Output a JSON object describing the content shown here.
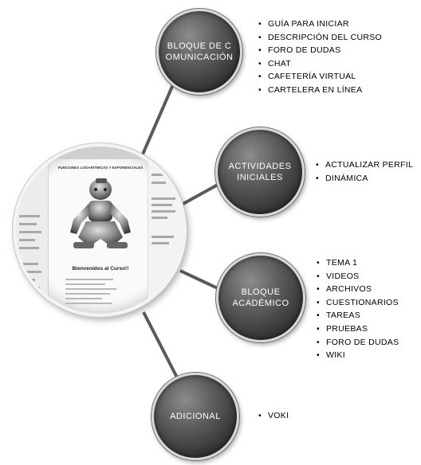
{
  "nodes": {
    "comunicacion": {
      "label": "BLOQUE DE COMUNICACIÓN",
      "items": [
        "GUÍA PARA INICIAR",
        "DESCRIPCIÓN DEL CURSO",
        "FORO DE DUDAS",
        "CHAT",
        "CAFETERÍA VIRTUAL",
        "CARTELERA EN LÍNEA"
      ]
    },
    "actividades": {
      "label": "ACTIVIDADES INICIALES",
      "items": [
        "ACTUALIZAR PERFIL",
        "DINÁMICA"
      ]
    },
    "academico": {
      "label": "BLOQUE ACADÉMICO",
      "items": [
        "TEMA 1",
        "VIDEOS",
        "ARCHIVOS",
        "CUESTIONARIOS",
        "TAREAS",
        "PRUEBAS",
        "FORO DE DUDAS",
        "WIKI"
      ]
    },
    "adicional": {
      "label": "ADICIONAL",
      "items": [
        "VOKI"
      ]
    }
  },
  "center": {
    "course_title": "FUNCIONES LOGARITMICAS Y EXPONENCIALES",
    "welcome": "Bienvenidos al Curso!!"
  },
  "colors": {
    "node_fill": "#4a4a4a",
    "node_ring": "#d8d8d8",
    "connector": "#5a5a5a",
    "text": "#000000"
  }
}
